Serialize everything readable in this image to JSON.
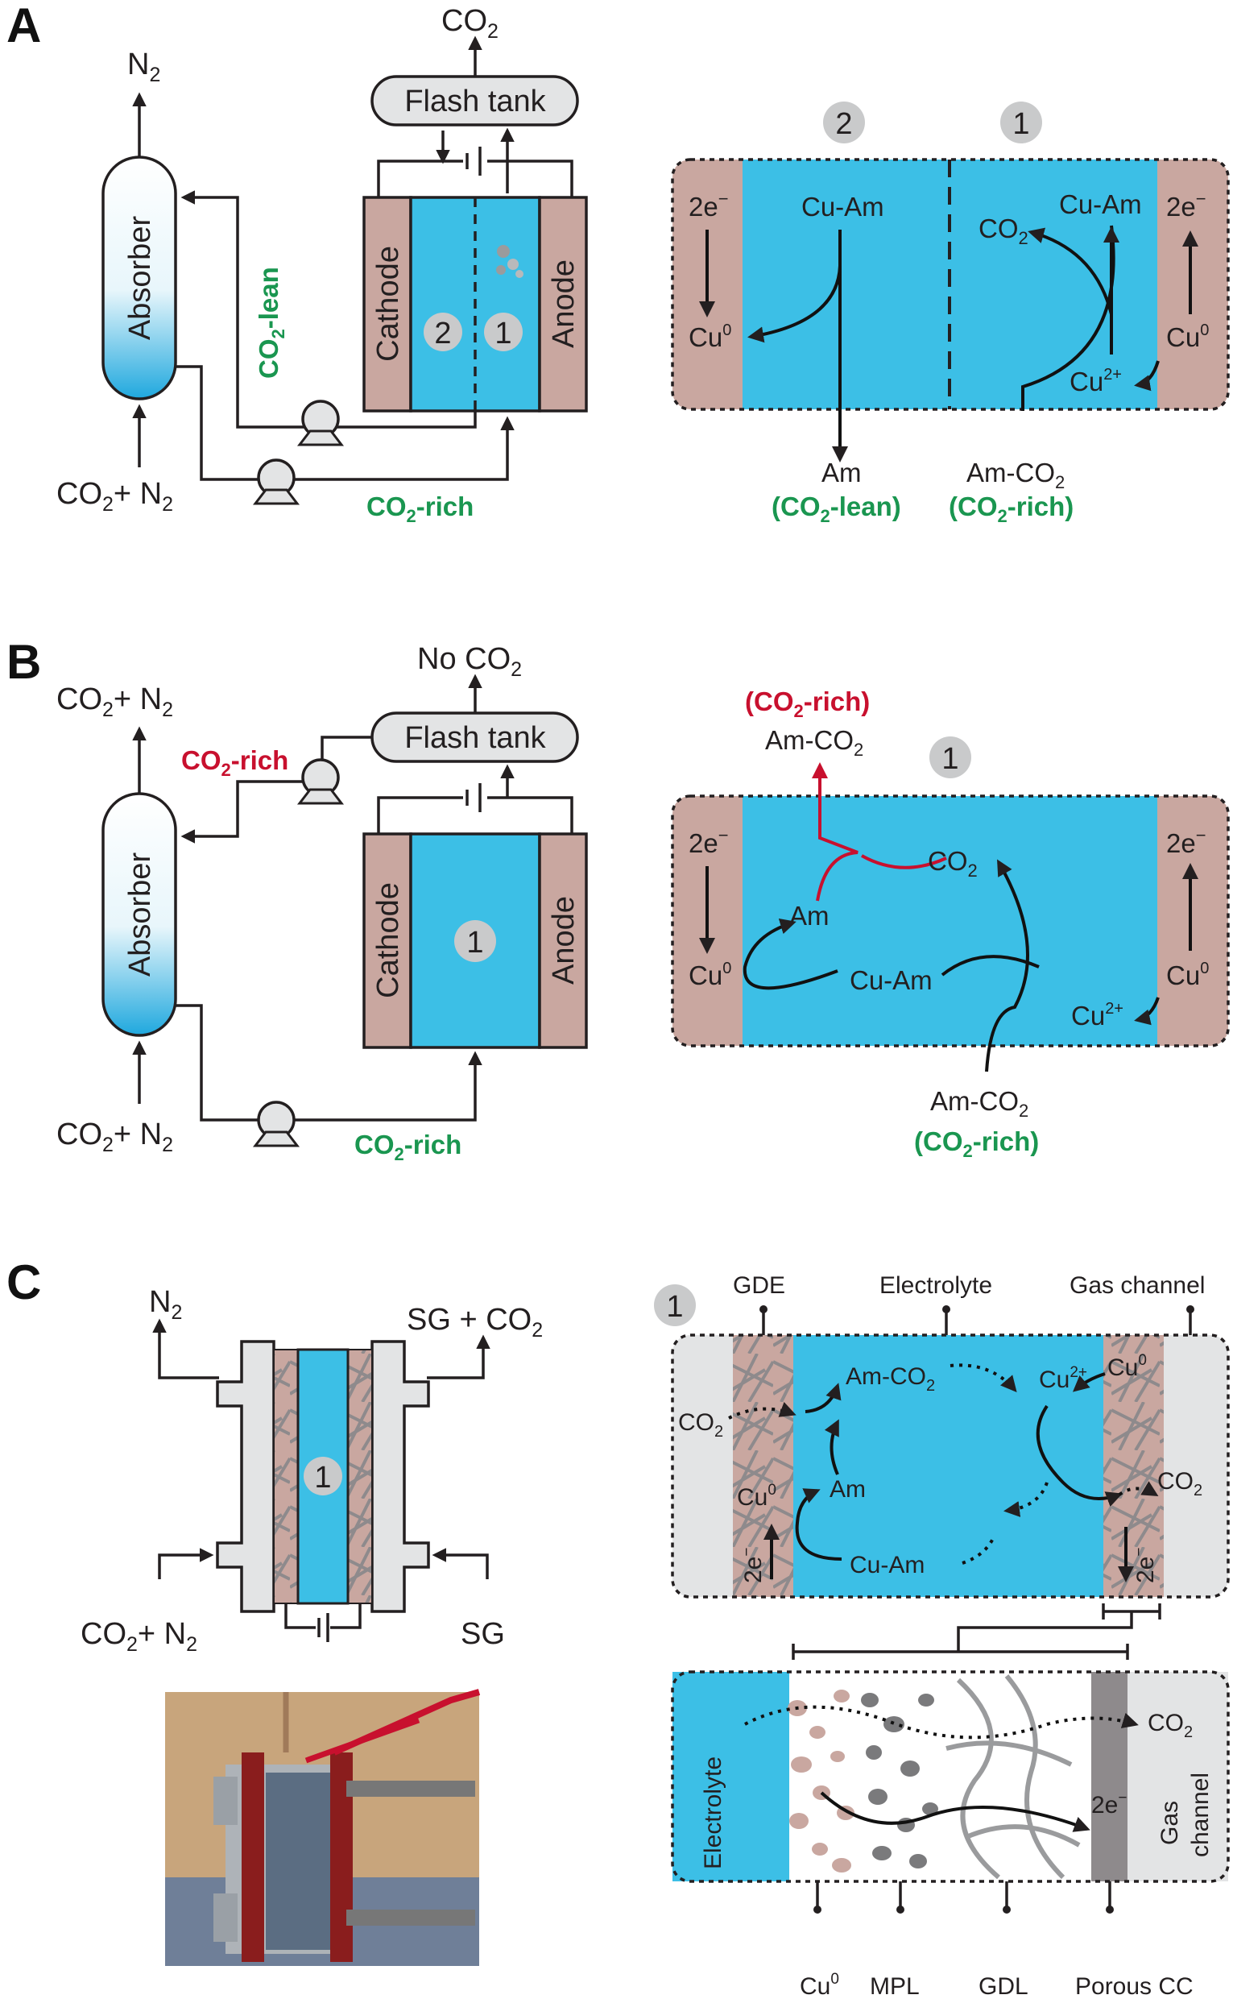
{
  "panels": {
    "a": "A",
    "b": "B",
    "c": "C"
  },
  "colors": {
    "electrolyte": "#3cbfe6",
    "electrode": "#c9a7a0",
    "tank": "#e3e4e5",
    "green_label": "#1a9650",
    "red_label": "#c8102e",
    "step_circle": "#c9cacb"
  },
  "A": {
    "absorber": "Absorber",
    "tank": "Flash tank",
    "co2_out_main": "CO",
    "co2_out_sub": "2",
    "n2_main": "N",
    "n2_sub": "2",
    "feed_a": "CO",
    "feed_a_sub": "2",
    "feed_b": "+ N",
    "feed_b_sub": "2",
    "cathode": "Cathode",
    "anode": "Anode",
    "step2": "2",
    "step1": "1",
    "lean_main": "CO",
    "lean_sub": "2",
    "lean_rest": "-lean",
    "rich_main": "CO",
    "rich_sub": "2",
    "rich_rest": "-rich",
    "mech": {
      "step2": "2",
      "step1": "1",
      "e_left": "2e",
      "e_left_sup": "−",
      "e_right": "2e",
      "e_right_sup": "−",
      "cu0_left": "Cu",
      "cu0_left_sup": "0",
      "cu0_right": "Cu",
      "cu0_right_sup": "0",
      "cuam_left": "Cu-Am",
      "cuam_right": "Cu-Am",
      "co2": "CO",
      "co2_sub": "2",
      "cu2": "Cu",
      "cu2_sup": "2+",
      "am": "Am",
      "am_lean_open": "(CO",
      "am_lean_sub": "2",
      "am_lean_close": "-lean)",
      "amco2": "Am-CO",
      "amco2_sub": "2",
      "amco2_rich_open": "(CO",
      "amco2_rich_sub": "2",
      "amco2_rich_close": "-rich)"
    }
  },
  "B": {
    "absorber": "Absorber",
    "tank": "Flash tank",
    "noco2_main": "No CO",
    "noco2_sub": "2",
    "out_a": "CO",
    "out_a_sub": "2",
    "out_b": "+ N",
    "out_b_sub": "2",
    "feed_a": "CO",
    "feed_a_sub": "2",
    "feed_b": "+ N",
    "feed_b_sub": "2",
    "rich_red_main": "CO",
    "rich_red_sub": "2",
    "rich_red_rest": "-rich",
    "rich_main": "CO",
    "rich_sub": "2",
    "rich_rest": "-rich",
    "cathode": "Cathode",
    "anode": "Anode",
    "step1": "1",
    "mech": {
      "step1": "1",
      "rich_open": "(CO",
      "rich_sub": "2",
      "rich_close": "-rich)",
      "amco2_top": "Am-CO",
      "amco2_top_sub": "2",
      "e_left": "2e",
      "e_left_sup": "−",
      "e_right": "2e",
      "e_right_sup": "−",
      "cu0_left": "Cu",
      "cu0_left_sup": "0",
      "cu0_right": "Cu",
      "cu0_right_sup": "0",
      "am": "Am",
      "cuam": "Cu-Am",
      "co2": "CO",
      "co2_sub": "2",
      "cu2": "Cu",
      "cu2_sup": "2+",
      "amco2": "Am-CO",
      "amco2_sub": "2",
      "amco2_rich_open": "(CO",
      "amco2_rich_sub": "2",
      "amco2_rich_close": "-rich)"
    }
  },
  "C": {
    "n2": "N",
    "n2_sub": "2",
    "sg_co2_a": "SG + CO",
    "sg_co2_sub": "2",
    "feed_a": "CO",
    "feed_a_sub": "2",
    "feed_b": "+ N",
    "feed_b_sub": "2",
    "sg": "SG",
    "step1": "1",
    "top": {
      "step1": "1",
      "gde": "GDE",
      "electrolyte": "Electrolyte",
      "gas_channel": "Gas channel",
      "co2_in": "CO",
      "co2_in_sub": "2",
      "amco2": "Am-CO",
      "amco2_sub": "2",
      "cu2": "Cu",
      "cu2_sup": "2+",
      "cu0_right": "Cu",
      "cu0_right_sup": "0",
      "co2_out": "CO",
      "co2_out_sub": "2",
      "cu0_left": "Cu",
      "cu0_left_sup": "0",
      "am": "Am",
      "cuam": "Cu-Am",
      "e_left": "2e",
      "e_right": "2e",
      "e_sup": "−"
    },
    "bottom": {
      "electrolyte": "Electrolyte",
      "gas": "Gas",
      "channel": "channel",
      "co2": "CO",
      "co2_sub": "2",
      "e": "2e",
      "e_sup": "−",
      "cu0": "Cu",
      "cu0_sup": "0",
      "mpl": "MPL",
      "gdl": "GDL",
      "porous_cc": "Porous CC"
    }
  }
}
